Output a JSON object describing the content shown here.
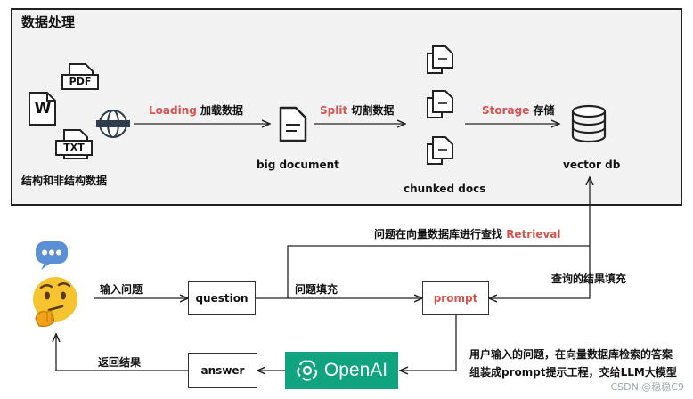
{
  "panel": {
    "title": "数据处理"
  },
  "sources_label": "结构和非结构数据",
  "file_icons": {
    "pdf": "PDF",
    "txt": "TXT",
    "word": "W"
  },
  "steps": {
    "loading": {
      "en": "Loading",
      "zh": " 加载数据"
    },
    "split": {
      "en": "Split",
      "zh": " 切割数据"
    },
    "storage": {
      "en": "Storage",
      "zh": " 存储"
    }
  },
  "nodes": {
    "big_document": "big document",
    "chunked_docs": "chunked docs",
    "vector_db": "vector db",
    "question": "question",
    "prompt": "prompt",
    "answer": "answer",
    "openai": "OpenAI"
  },
  "edges": {
    "retrieval": {
      "zh": "问题在向量数据库进行查找 ",
      "en": "Retrieval"
    },
    "query_fill": "查询的结果填充",
    "input_question": "输入问题",
    "question_fill": "问题填充",
    "return_result": "返回结果"
  },
  "note": {
    "line1": "用户输入的问题，在向量数据库检索的答案",
    "line2": "组装成prompt提示工程，交给LLM大模型"
  },
  "watermark": "CSDN @稳稳C9",
  "colors": {
    "accent_red": "#d9534f",
    "openai_green": "#10a37f"
  },
  "icons": [
    "pdf-file-icon",
    "word-file-icon",
    "txt-file-icon",
    "globe-icon",
    "document-icon",
    "chunk-doc-icon",
    "database-icon",
    "thinking-face-icon",
    "speech-bubble-icon",
    "openai-logo-icon"
  ]
}
